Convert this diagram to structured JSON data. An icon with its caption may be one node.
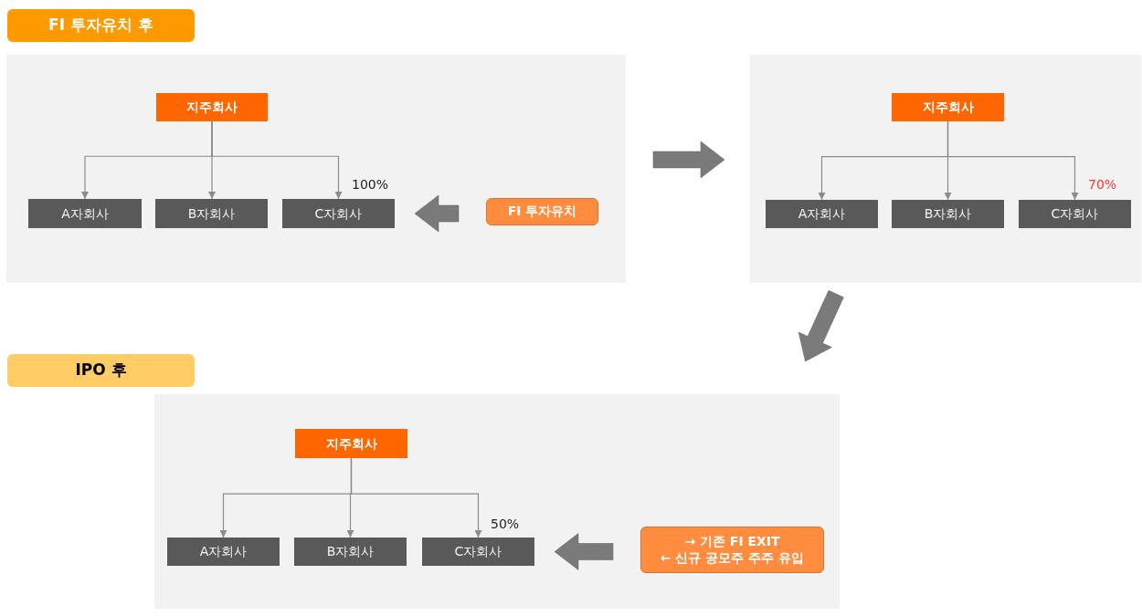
{
  "diagram": {
    "nodes": [
      {
        "text": [
          "FI 투자유치 후"
        ]
      },
      {
        "text": [],
        "shape": "box"
      },
      {
        "text": [
          "지주회사"
        ],
        "in": 1
      },
      {
        "text": [
          "A자회사"
        ],
        "in": 1
      },
      {
        "text": [
          "B자회사"
        ],
        "in": 1
      },
      {
        "text": [
          "C자회사"
        ],
        "in": 1,
        "beside": [
          "100%"
        ]
      },
      {
        "text": [
          "FI 투자유치"
        ],
        "in": 1
      },
      {
        "text": [],
        "shape": "box"
      },
      {
        "text": [
          "지주회사"
        ],
        "in": 7
      },
      {
        "text": [
          "A자회사"
        ],
        "in": 7
      },
      {
        "text": [
          "B자회사"
        ],
        "in": 7
      },
      {
        "text": [
          "C자회사"
        ],
        "in": 7,
        "beside": [
          "70%"
        ]
      },
      {
        "text": [
          "IPO 후"
        ]
      },
      {
        "text": [],
        "shape": "box"
      },
      {
        "text": [
          "지주회사"
        ],
        "in": 13
      },
      {
        "text": [
          "A자회사"
        ],
        "in": 13
      },
      {
        "text": [
          "B자회사"
        ],
        "in": 13
      },
      {
        "text": [
          "C자회사"
        ],
        "in": 13,
        "beside": [
          "50%"
        ]
      },
      {
        "text": [
          "→ 기존 FI EXIT",
          "← 신규 공모주 주주 유입"
        ],
        "in": 13
      }
    ],
    "edges": [
      {
        "from": 2,
        "to": 3,
        "arrow": "to"
      },
      {
        "from": 2,
        "to": 4,
        "arrow": "to"
      },
      {
        "from": 2,
        "to": 5,
        "arrow": "to"
      },
      {
        "from": 6,
        "to": 5,
        "arrow": "to",
        "style": "thick"
      },
      {
        "from": 1,
        "to": 7,
        "arrow": "to",
        "style": "thick"
      },
      {
        "from": 8,
        "to": 9,
        "arrow": "to"
      },
      {
        "from": 8,
        "to": 10,
        "arrow": "to"
      },
      {
        "from": 8,
        "to": 11,
        "arrow": "to"
      },
      {
        "from": 7,
        "to": 13,
        "arrow": "to",
        "style": "thick"
      },
      {
        "from": 14,
        "to": 15,
        "arrow": "to"
      },
      {
        "from": 14,
        "to": 16,
        "arrow": "to"
      },
      {
        "from": 14,
        "to": 17,
        "arrow": "to"
      },
      {
        "from": 18,
        "to": 17,
        "arrow": "to",
        "style": "thick"
      }
    ]
  }
}
